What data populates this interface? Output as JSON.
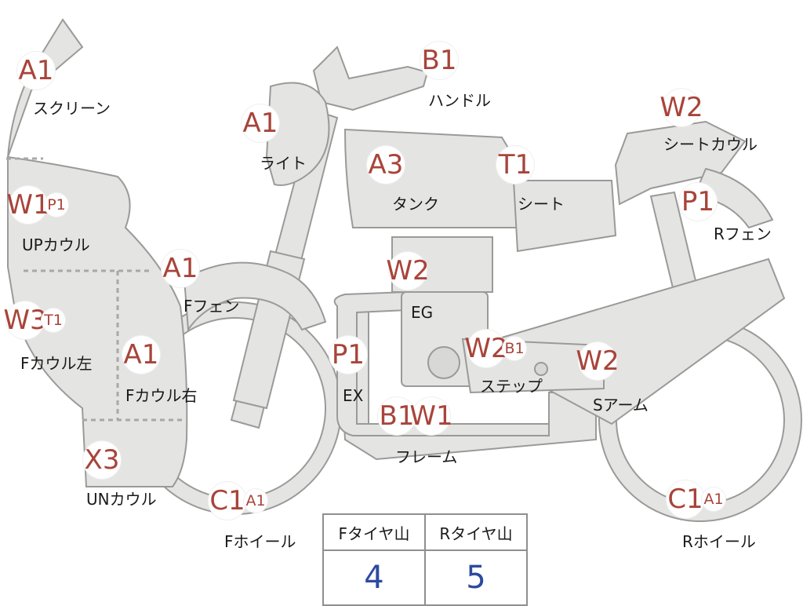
{
  "parts": {
    "screen": {
      "grade": "A1",
      "name": "スクリーン"
    },
    "light": {
      "grade": "A1",
      "name": "ライト"
    },
    "handle": {
      "grade": "B1",
      "name": "ハンドル"
    },
    "tank": {
      "grade": "A3",
      "name": "タンク"
    },
    "seat": {
      "grade": "T1",
      "name": "シート"
    },
    "seat_cowl": {
      "grade": "W2",
      "name": "シートカウル"
    },
    "r_fender": {
      "grade": "P1",
      "name": "Rフェン"
    },
    "up_cowl": {
      "grade": "W1",
      "extra": "P1",
      "name": "UPカウル"
    },
    "f_fender": {
      "grade": "A1",
      "name": "Fフェン"
    },
    "engine": {
      "grade": "W2",
      "name": "EG"
    },
    "f_cowl_left": {
      "grade": "W3",
      "extra": "T1",
      "name": "Fカウル左"
    },
    "f_cowl_right": {
      "grade": "A1",
      "name": "Fカウル右"
    },
    "exhaust": {
      "grade": "P1",
      "name": "EX"
    },
    "step": {
      "grade": "W2",
      "extra": "B1",
      "name": "ステップ"
    },
    "swing_arm": {
      "grade": "W2",
      "name": "Sアーム"
    },
    "frame": {
      "grade": "B1",
      "extra": "W1",
      "name": "フレーム"
    },
    "un_cowl": {
      "grade": "X3",
      "name": "UNカウル"
    },
    "f_wheel": {
      "grade": "C1",
      "extra": "A1",
      "name": "Fホイール"
    },
    "r_wheel": {
      "grade": "C1",
      "extra": "A1",
      "name": "Rホイール"
    }
  },
  "tire_tread": {
    "front_label": "Fタイヤ山",
    "rear_label": "Rタイヤ山",
    "front_value": "4",
    "rear_value": "5"
  },
  "colors": {
    "grade": "#a8443a",
    "tread_value": "#2d4aa0",
    "part_fill": "#e4e4e2"
  }
}
